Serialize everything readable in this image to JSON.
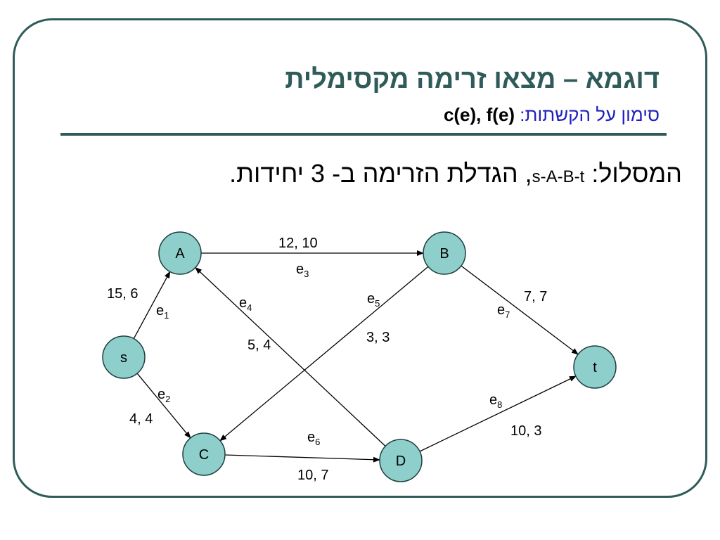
{
  "slide": {
    "title": "דוגמא – מצאו זרימה מקסימלית",
    "subtitle_text": "סימון על הקשתות: ",
    "subtitle_code": "c(e), f(e)",
    "path_prefix": "המסלול: ",
    "path_value": "s-A-B-t",
    "path_suffix": ", הגדלת הזרימה ב- 3 יחידות."
  },
  "graph": {
    "nodes": [
      {
        "id": "A",
        "label": "A"
      },
      {
        "id": "B",
        "label": "B"
      },
      {
        "id": "s",
        "label": "s"
      },
      {
        "id": "t",
        "label": "t"
      },
      {
        "id": "C",
        "label": "C"
      },
      {
        "id": "D",
        "label": "D"
      }
    ],
    "edges": [
      {
        "id": "e1",
        "from": "s",
        "to": "A",
        "name": "e",
        "sub": "1",
        "cf": "15, 6"
      },
      {
        "id": "e2",
        "from": "s",
        "to": "C",
        "name": "e",
        "sub": "2",
        "cf": "4, 4"
      },
      {
        "id": "e3",
        "from": "A",
        "to": "B",
        "name": "e",
        "sub": "3",
        "cf": "12, 10"
      },
      {
        "id": "e4",
        "from": "D",
        "to": "A",
        "name": "e",
        "sub": "4",
        "cf": "5, 4"
      },
      {
        "id": "e5",
        "from": "B",
        "to": "C",
        "name": "e",
        "sub": "5",
        "cf": "3, 3"
      },
      {
        "id": "e6",
        "from": "C",
        "to": "D",
        "name": "e",
        "sub": "6",
        "cf": "10, 7"
      },
      {
        "id": "e7",
        "from": "B",
        "to": "t",
        "name": "e",
        "sub": "7",
        "cf": "7, 7"
      },
      {
        "id": "e8",
        "from": "D",
        "to": "t",
        "name": "e",
        "sub": "8",
        "cf": "10, 3"
      }
    ],
    "colors": {
      "node_fill": "#8ecfcc",
      "node_stroke": "#1f3f3f",
      "edge": "#000000",
      "title": "#2f5c5a",
      "subtitle": "#1f1fbf"
    }
  }
}
